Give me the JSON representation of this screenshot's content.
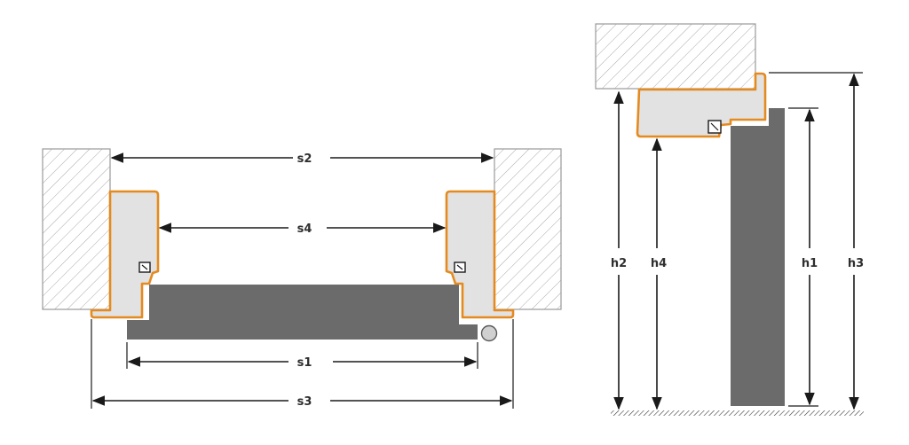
{
  "diagram": {
    "colors": {
      "frame_outline": "#e58a1e",
      "frame_fill": "#e2e2e2",
      "door_leaf": "#6b6b6b",
      "wall_hatch": "#9a9a9a",
      "dimension_lines": "#1a1a1a",
      "label_text": "#2f2f2f"
    },
    "plan_view": {
      "labels": {
        "s1": "s1",
        "s2": "s2",
        "s3": "s3",
        "s4": "s4"
      }
    },
    "section_view": {
      "labels": {
        "h1": "h1",
        "h2": "h2",
        "h3": "h3",
        "h4": "h4"
      }
    }
  }
}
